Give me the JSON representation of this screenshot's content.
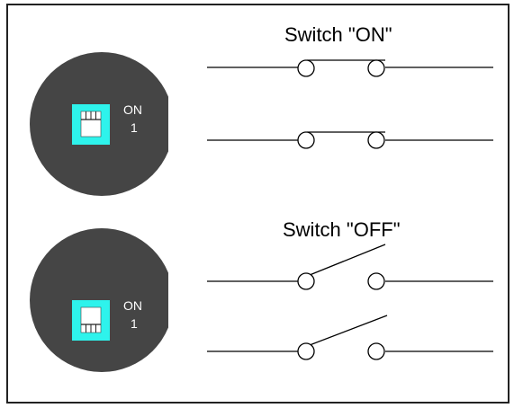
{
  "colors": {
    "dial": "#454545",
    "dip_housing": "#2ef3ec",
    "dip_switch_body": "#ffffff",
    "wire": "#000000"
  },
  "panel_on": {
    "title": "Switch \"ON\"",
    "dip_on_label": "ON",
    "dip_number": "1",
    "state": "on"
  },
  "panel_off": {
    "title": "Switch \"OFF\"",
    "dip_on_label": "ON",
    "dip_number": "1",
    "state": "off"
  }
}
